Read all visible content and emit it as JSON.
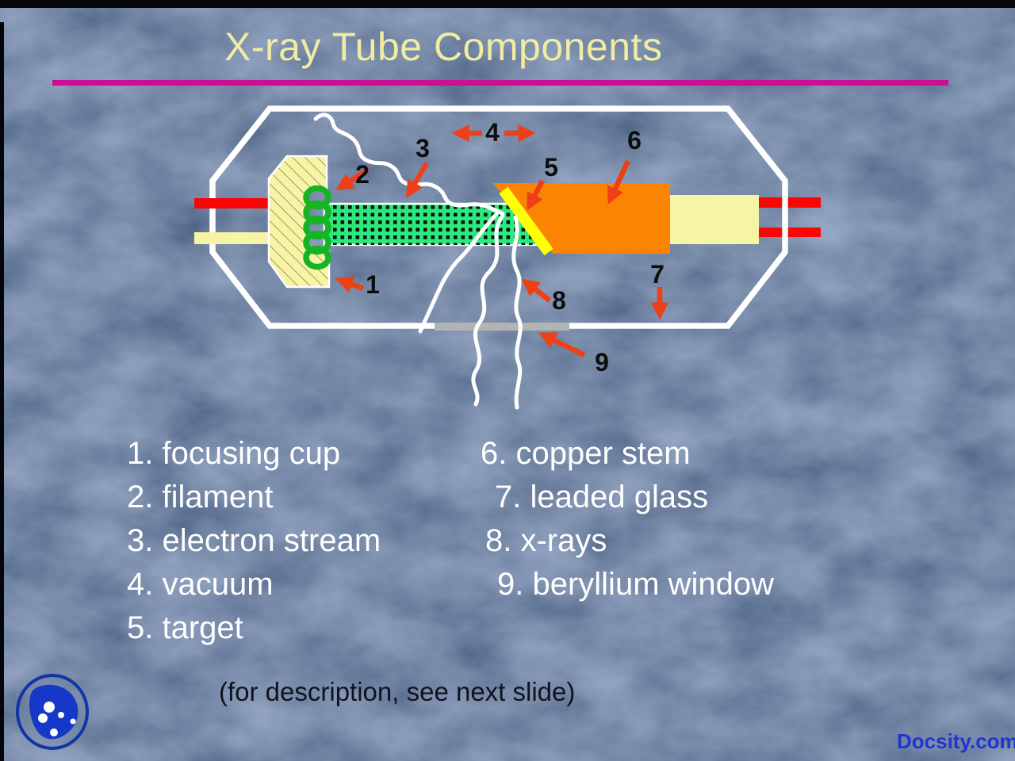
{
  "slide": {
    "title": "X-ray Tube Components",
    "footnote": "(for description, see next slide)",
    "watermark": "Docsity.com"
  },
  "diagram": {
    "labels": {
      "n1": "1",
      "n2": "2",
      "n3": "3",
      "n4": "4",
      "n5": "5",
      "n6": "6",
      "n7": "7",
      "n8": "8",
      "n9": "9"
    }
  },
  "legend": {
    "left": [
      "1. focusing cup",
      "2. filament",
      "3. electron stream",
      "4. vacuum",
      "5. target"
    ],
    "right": [
      "6. copper stem",
      "7. leaded glass",
      "8. x-rays",
      "9. beryllium window"
    ]
  },
  "colors": {
    "background_blue": "#2c3a5a",
    "title_yellow": "#f0eca2",
    "rule_magenta": "#cc0f92",
    "tube_outline_white": "#ffffff",
    "lead_red": "#fb0505",
    "cup_pale_yellow": "#f7f5a5",
    "hatch_olive": "#8f8d62",
    "filament_green": "#15b422",
    "stream_green": "#2ce97e",
    "copper_orange": "#fb8502",
    "target_yellow": "#ffff05",
    "window_gray": "#b3b3b3",
    "arrow_red": "#ee3f16",
    "label_black": "#0d0d0d",
    "legend_white": "#ffffff",
    "watermark_blue": "#1f35cf"
  }
}
